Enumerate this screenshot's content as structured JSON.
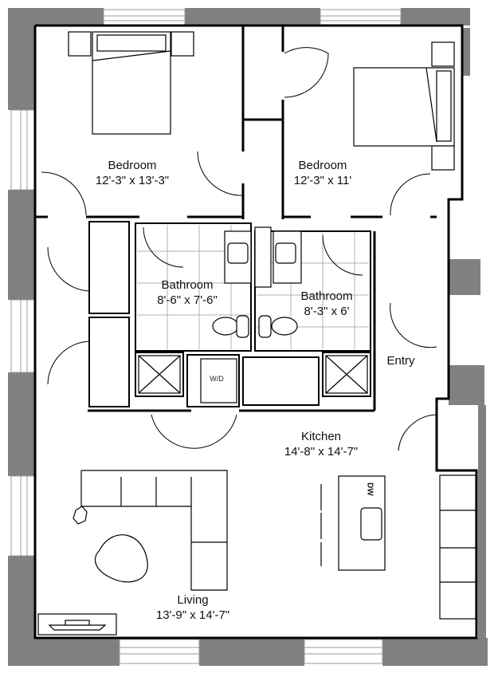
{
  "plan": {
    "rooms": [
      {
        "id": "bedroom-1",
        "name": "Bedroom",
        "dims": "12'-3\" x 13'-3\""
      },
      {
        "id": "bedroom-2",
        "name": "Bedroom",
        "dims": "12'-3\" x 11'"
      },
      {
        "id": "bathroom-1",
        "name": "Bathroom",
        "dims": "8'-6\" x 7'-6\""
      },
      {
        "id": "bathroom-2",
        "name": "Bathroom",
        "dims": "8'-3\" x 6'"
      },
      {
        "id": "entry",
        "name": "Entry",
        "dims": ""
      },
      {
        "id": "kitchen",
        "name": "Kitchen",
        "dims": "14'-8\" x 14'-7\""
      },
      {
        "id": "living",
        "name": "Living",
        "dims": "13'-9\" x 14'-7\""
      }
    ],
    "fixtures": {
      "washer_dryer": "W/D",
      "dishwasher": "DW"
    },
    "colors": {
      "exterior_wall": "#808080",
      "interior_wall": "#000000",
      "tile_grid": "#b0b0b0",
      "background": "#ffffff"
    }
  }
}
